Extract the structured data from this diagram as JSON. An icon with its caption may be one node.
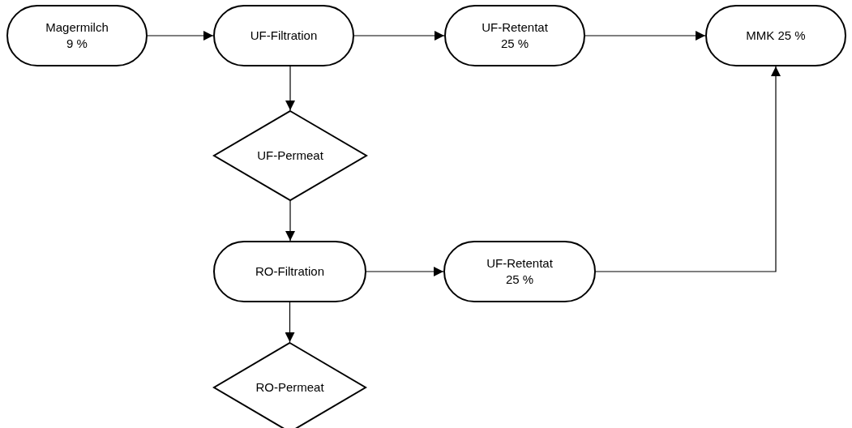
{
  "diagram": {
    "nodes": [
      {
        "text": [
          "Magermilch 9 %"
        ]
      },
      {
        "text": [
          "UF-Filtration"
        ]
      },
      {
        "text": [
          "UF-Retentat 25 %"
        ]
      },
      {
        "text": [
          "MMK 25 %"
        ]
      },
      {
        "text": [
          "UF-Permeat"
        ]
      },
      {
        "text": [
          "RO-Filtration"
        ]
      },
      {
        "text": [
          "UF-Retentat 25 %"
        ]
      },
      {
        "text": [
          "RO-Permeat"
        ]
      }
    ],
    "edges": [
      {
        "from": 0,
        "to": 1,
        "arrow": "to"
      },
      {
        "from": 1,
        "to": 2,
        "arrow": "to"
      },
      {
        "from": 2,
        "to": 3,
        "arrow": "to"
      },
      {
        "from": 1,
        "to": 4,
        "arrow": "to"
      },
      {
        "from": 4,
        "to": 5,
        "arrow": "to"
      },
      {
        "from": 5,
        "to": 6,
        "arrow": "to"
      },
      {
        "from": 6,
        "to": 3,
        "arrow": "to"
      },
      {
        "from": 5,
        "to": 7,
        "arrow": "to"
      }
    ]
  }
}
